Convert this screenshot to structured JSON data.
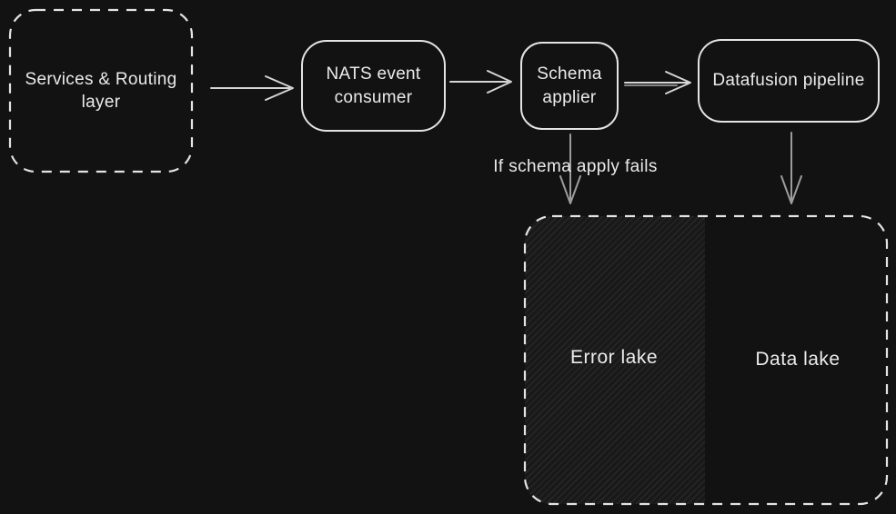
{
  "colors": {
    "background": "#121212",
    "stroke": "#e4e4e4",
    "text": "#ebebeb",
    "arrow_light": "#d6d6d6",
    "arrow_gray": "#9c9c9c",
    "hatch_base": "#191919",
    "hatch_line": "#282828"
  },
  "nodes": {
    "services": {
      "label": "Services & Routing layer",
      "shape": "dashed-rounded-rect"
    },
    "nats": {
      "label": "NATS event consumer",
      "shape": "rounded-rect"
    },
    "schema": {
      "label": "Schema applier",
      "shape": "rounded-rect"
    },
    "datafusion": {
      "label": "Datafusion pipeline",
      "shape": "rounded-rect"
    },
    "error_lake": {
      "label": "Error lake",
      "shape": "hatched-region"
    },
    "data_lake": {
      "label": "Data lake",
      "shape": "region"
    }
  },
  "edges": [
    {
      "from": "services",
      "to": "nats",
      "label": ""
    },
    {
      "from": "nats",
      "to": "schema",
      "label": ""
    },
    {
      "from": "schema",
      "to": "datafusion",
      "label": ""
    },
    {
      "from": "schema",
      "to": "error_lake",
      "label": "If schema apply fails"
    },
    {
      "from": "datafusion",
      "to": "data_lake",
      "label": ""
    }
  ]
}
